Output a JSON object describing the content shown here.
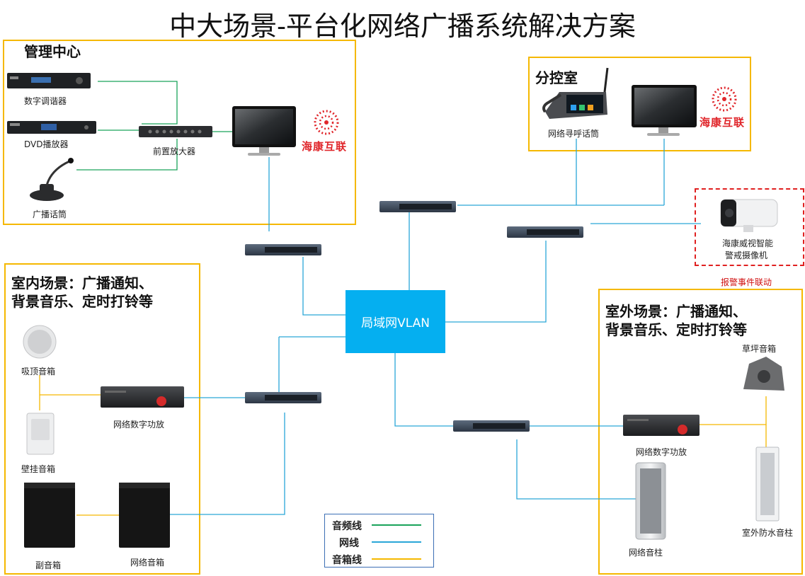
{
  "title": "中大场景-平台化网络广播系统解决方案",
  "zones": {
    "management": "管理中心",
    "branch": "分控室",
    "indoor_line1": "室内场景：广播通知、",
    "indoor_line2": "背景音乐、定时打铃等",
    "outdoor_line1": "室外场景：广播通知、",
    "outdoor_line2": "背景音乐、定时打铃等"
  },
  "devices": {
    "tuner": "数字调谐器",
    "dvd": "DVD播放器",
    "preamp": "前置放大器",
    "mic": "广播话筒",
    "brand": "海康互联",
    "intercom": "网络寻呼话筒",
    "camera_line1": "海康威视智能",
    "camera_line2": "警戒摄像机",
    "alarm_link": "报警事件联动",
    "ceiling_speaker": "吸顶音箱",
    "wall_speaker": "壁挂音箱",
    "indoor_amp": "网络数字功放",
    "sub_speaker": "副音箱",
    "net_speaker": "网络音箱",
    "lawn_speaker": "草坪音箱",
    "outdoor_amp": "网络数字功放",
    "column_speaker": "网络音柱",
    "waterproof_column": "室外防水音柱"
  },
  "vlan": "局域网VLAN",
  "legend": {
    "audio": "音频线",
    "network": "网线",
    "speaker": "音箱线"
  },
  "colors": {
    "audio": "#1aa35a",
    "network": "#2aa6d8",
    "speaker": "#f5b800",
    "zone_border": "#f5b800",
    "alarm": "#e02020",
    "vlan": "#05aff0"
  }
}
